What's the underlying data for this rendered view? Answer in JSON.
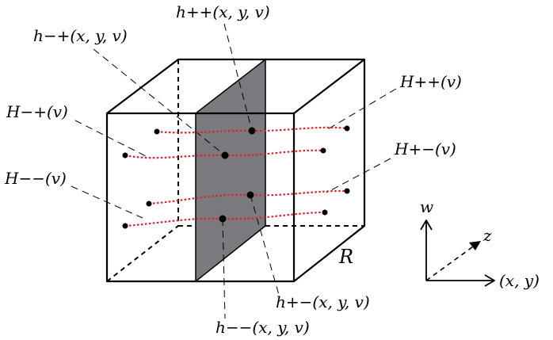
{
  "labels": {
    "h_pp": "h++(x, y, v)",
    "h_mp": "h−+(x, y, v)",
    "h_pm": "h+−(x, y, v)",
    "h_mm": "h−−(x, y, v)",
    "H_pp": "H++(v)",
    "H_mp": "H−+(v)",
    "H_pm": "H+−(v)",
    "H_mm": "H−−(v)",
    "R": "R"
  },
  "axes": {
    "w": "w",
    "z": "z",
    "xy": "(x, y)"
  },
  "colors": {
    "slice": "#7a7a7f",
    "curves": "#e0202a",
    "lines": "#000000"
  }
}
